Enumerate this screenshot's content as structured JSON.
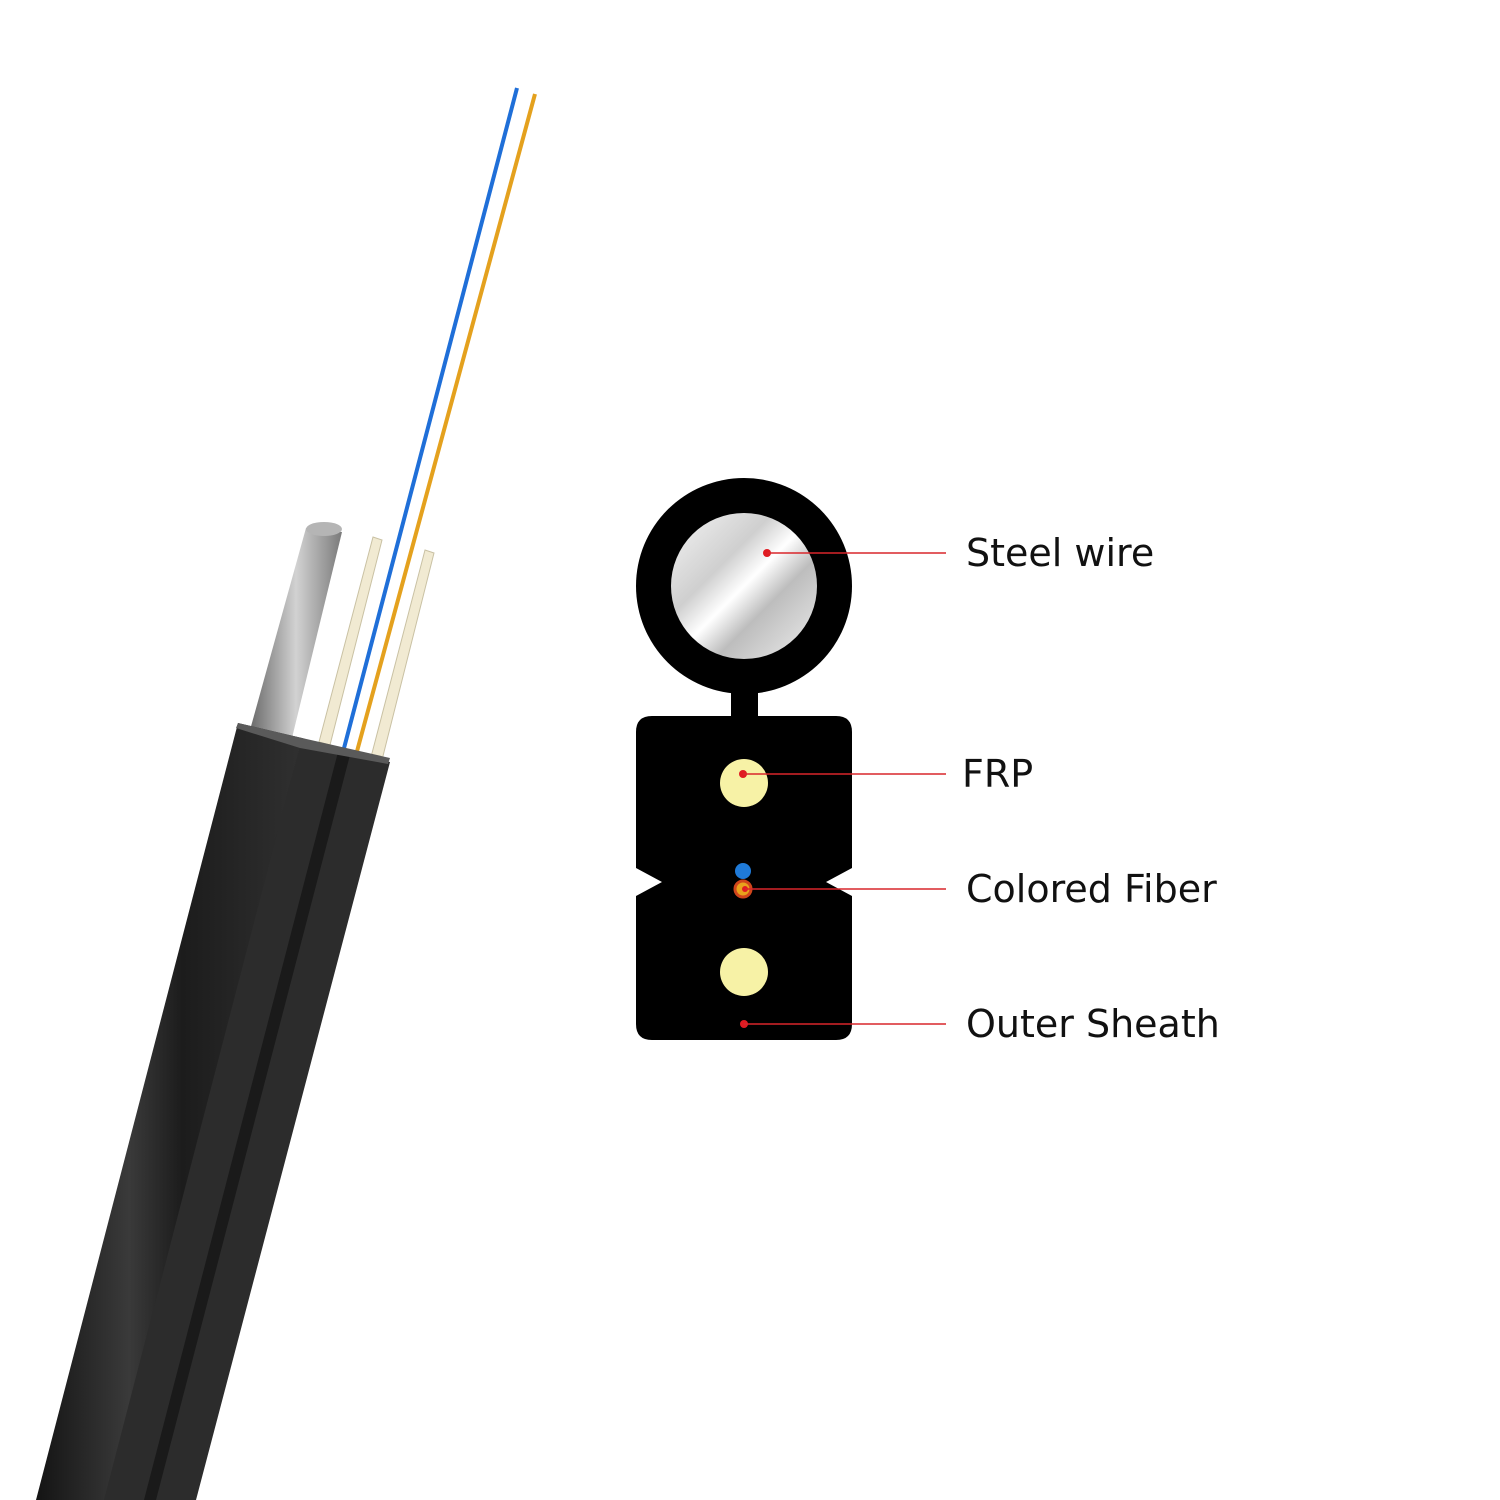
{
  "labels": {
    "steel_wire": "Steel wire",
    "frp": "FRP",
    "colored_fiber": "Colored Fiber",
    "outer_sheath": "Outer Sheath"
  },
  "colors": {
    "sheath": "#000000",
    "steel": "#c8c8c8",
    "frp": "#f7f2a6",
    "fiber_blue": "#1f7ad8",
    "fiber_orange": "#e8a21c",
    "leader_line": "#d9262b"
  }
}
